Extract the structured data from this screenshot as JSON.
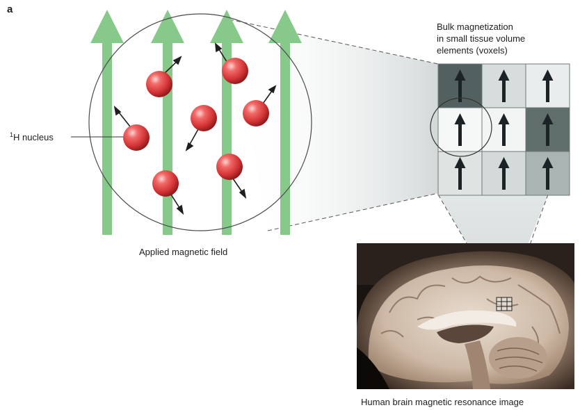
{
  "panel_label": "a",
  "labels": {
    "nucleus_sup": "1",
    "nucleus": "H nucleus",
    "field": "Applied magnetic field",
    "voxel_title": [
      "Bulk magnetization",
      "in small tissue volume",
      "elements (voxels)"
    ],
    "mri_caption": "Human brain magnetic resonance image"
  },
  "colors": {
    "field_arrow": "#86c98a",
    "nucleus": "#d8383a",
    "spin_arrow": "#1e1e1e",
    "voxel_arrow": "#1c2326"
  },
  "voxel_grid": {
    "rows": 3,
    "cols": 3,
    "shades": [
      [
        "#52615f",
        "#d7dddc",
        "#e9eded"
      ],
      [
        "#f6f8f8",
        "#f3f5f5",
        "#5f6d6b"
      ],
      [
        "#dfe4e3",
        "#d3dad9",
        "#a9b4b3"
      ]
    ]
  }
}
